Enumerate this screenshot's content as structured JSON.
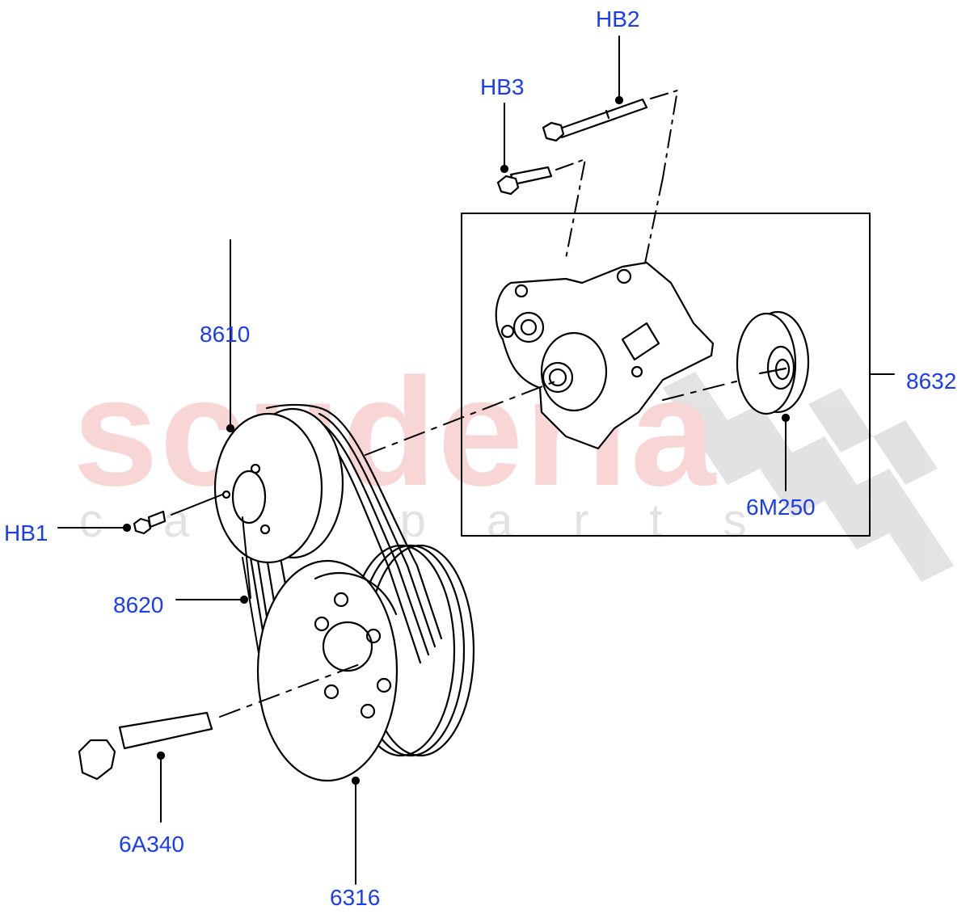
{
  "watermark": {
    "brand": "scuderia",
    "subtitle": "car parts",
    "brand_color": "#f8d6d6",
    "subtitle_color": "#e2e2e2",
    "checker_color": "#d8d8d8"
  },
  "colors": {
    "callout_text": "#1a3cf5",
    "line_art": "#000000",
    "background": "#ffffff"
  },
  "callouts": [
    {
      "id": "HB2",
      "label": "HB2",
      "part": "bolt-long"
    },
    {
      "id": "HB3",
      "label": "HB3",
      "part": "bolt-short"
    },
    {
      "id": "8610",
      "label": "8610",
      "part": "water-pump-pulley"
    },
    {
      "id": "HB1",
      "label": "HB1",
      "part": "pulley-bolt"
    },
    {
      "id": "8632",
      "label": "8632",
      "part": "water-pump-assembly-group"
    },
    {
      "id": "6M250",
      "label": "6M250",
      "part": "idler-pulley"
    },
    {
      "id": "8620",
      "label": "8620",
      "part": "drive-belt"
    },
    {
      "id": "6A340",
      "label": "6A340",
      "part": "crankshaft-pulley-bolt"
    },
    {
      "id": "6316",
      "label": "6316",
      "part": "crankshaft-damper-pulley"
    }
  ]
}
